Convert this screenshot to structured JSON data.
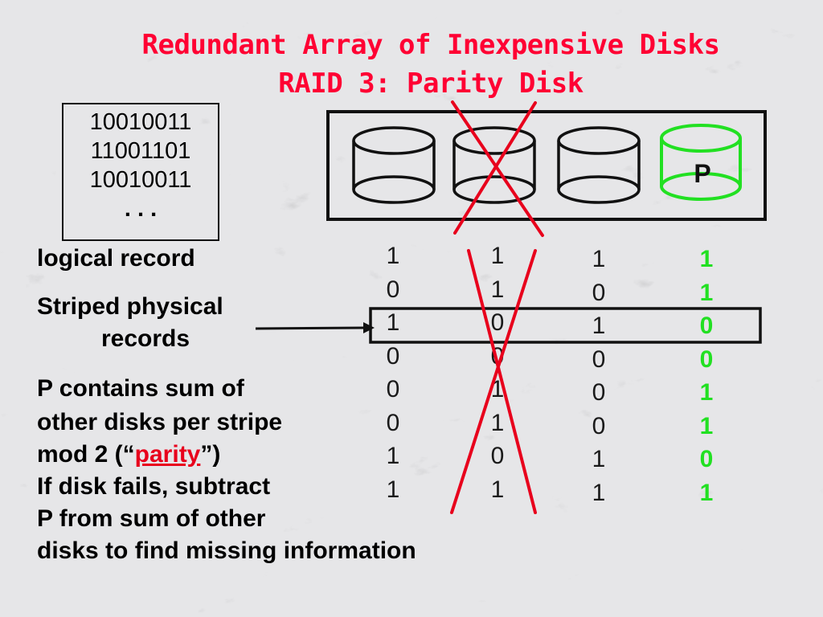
{
  "title_line1": "Redundant Array of Inexpensive Disks",
  "title_line2": "RAID 3: Parity Disk",
  "logical_record": {
    "lines": [
      "10010011",
      "11001101",
      "10010011",
      ". . ."
    ],
    "label": "logical record"
  },
  "striped_label": {
    "line1": "Striped physical",
    "line2": "records"
  },
  "parity_text": {
    "line1": "P contains sum of",
    "line2": "other disks per stripe",
    "line3_pre": "mod 2 (“",
    "line3_link": "parity",
    "line3_post": "”)",
    "line4": "If disk fails, subtract",
    "line5": "P from sum of other",
    "line6": "disks to find missing information"
  },
  "disks": {
    "parity_label": "P",
    "colors": {
      "data_disk": "#000000",
      "parity_disk": "#22e022",
      "failed_mark": "#e8001c"
    }
  },
  "columns": [
    {
      "bits": [
        "1",
        "0",
        "1",
        "0",
        "0",
        "0",
        "1",
        "1"
      ]
    },
    {
      "bits": [
        "1",
        "1",
        "0",
        "0",
        "1",
        "1",
        "0",
        "1"
      ]
    },
    {
      "bits": [
        "1",
        "0",
        "1",
        "0",
        "0",
        "0",
        "1",
        "1"
      ]
    },
    {
      "bits": [
        "1",
        "1",
        "0",
        "0",
        "1",
        "1",
        "0",
        "1"
      ]
    }
  ]
}
